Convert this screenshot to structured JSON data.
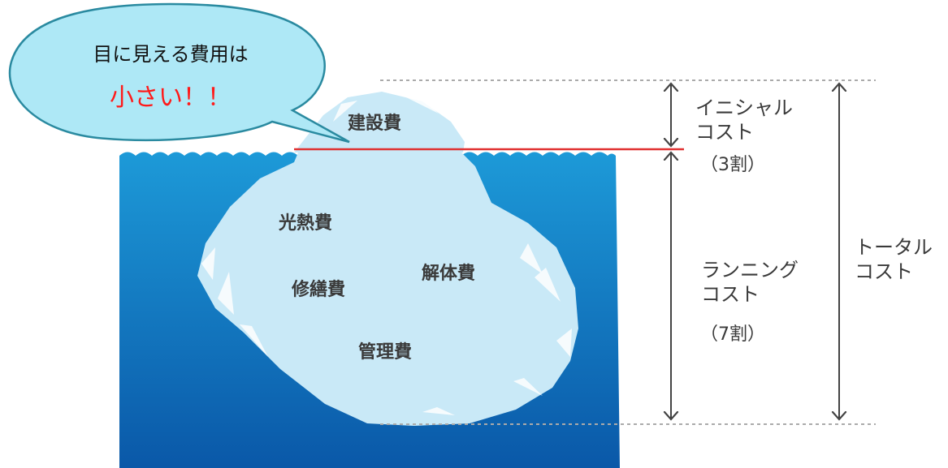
{
  "colors": {
    "sea_top": "#1d9ad8",
    "sea_bottom": "#0a58a8",
    "ice": "#c9e9f7",
    "ice_highlight": "#ffffff",
    "waterline": "#e03030",
    "bubble_fill": "#aee8f6",
    "bubble_stroke": "#2a8aa0",
    "bubble_emphasis": "#ff1a1a",
    "dotted_line": "#aaaaaa",
    "arrow": "#444444"
  },
  "bubble": {
    "line1": "目に見える費用は",
    "line2": "小さい！！"
  },
  "iceberg": {
    "above_water": "建設費",
    "below_water": [
      "光熱費",
      "修繕費",
      "解体費",
      "管理費"
    ]
  },
  "costs": {
    "initial": {
      "label": "イニシャル\nコスト",
      "ratio": "（3割）"
    },
    "running": {
      "label": "ランニング\nコスト",
      "ratio": "（7割）"
    },
    "total": {
      "label": "トータル\nコスト"
    }
  }
}
